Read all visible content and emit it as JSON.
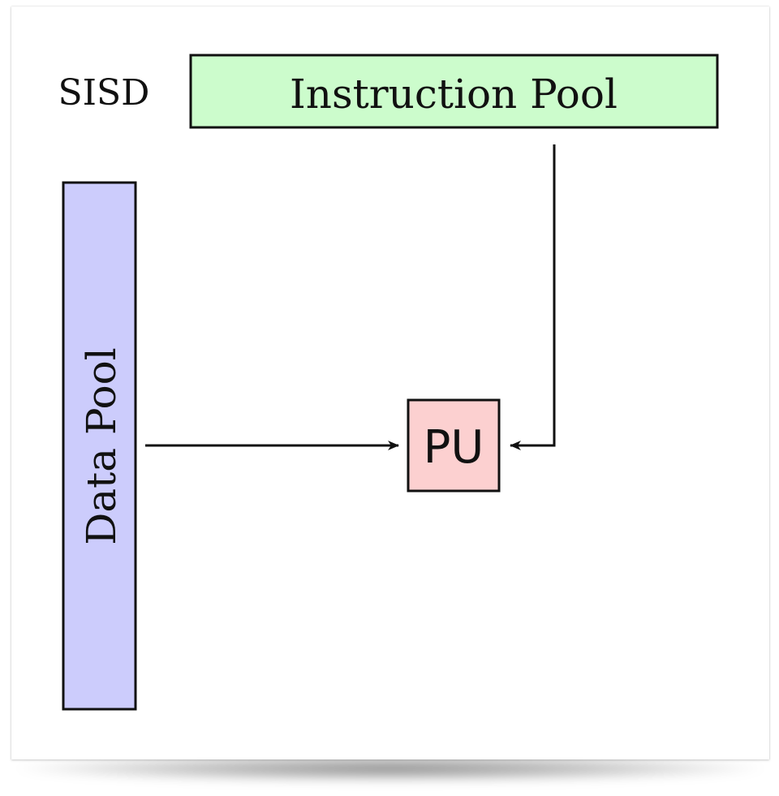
{
  "diagram": {
    "title": "SISD",
    "instruction_pool": {
      "label": "Instruction Pool",
      "fill": "#ccfccc"
    },
    "data_pool": {
      "label": "Data Pool",
      "fill": "#ccccfc"
    },
    "processing_unit": {
      "label": "PU",
      "fill": "#fcd0d0"
    },
    "connections": [
      {
        "from": "instruction_pool",
        "to": "processing_unit"
      },
      {
        "from": "data_pool",
        "to": "processing_unit"
      }
    ],
    "stroke_color": "#111111"
  }
}
